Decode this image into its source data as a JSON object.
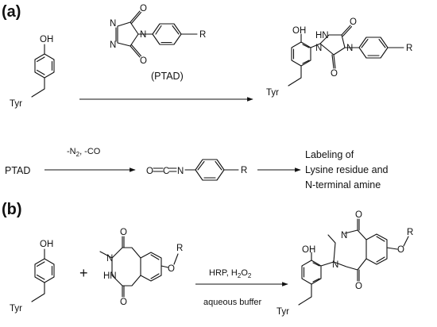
{
  "panels": {
    "a": "(a)",
    "b": "(b)"
  },
  "atoms": {
    "oh": "OH",
    "tyr": "Tyr",
    "r": "R",
    "n": "N",
    "o": "O",
    "hn": "HN",
    "nh": "NH",
    "c": "C"
  },
  "reaction_a": {
    "reagent_label": "(PTAD)",
    "decomp_reactant": "PTAD",
    "decomp_conditions": {
      "prefix": "-N",
      "subscript": "2",
      "suffix": ", -CO"
    },
    "labeling_lines": [
      "Labeling of",
      "Lysine residue and",
      "N-terminal amine"
    ]
  },
  "reaction_b": {
    "plus": "+",
    "conditions_top": {
      "prefix": "HRP, H",
      "subscript": "2",
      "mid": "O",
      "subscript2": "2"
    },
    "conditions_bottom": "aqueous buffer"
  },
  "colors": {
    "ink": "#111111",
    "background": "#ffffff"
  }
}
